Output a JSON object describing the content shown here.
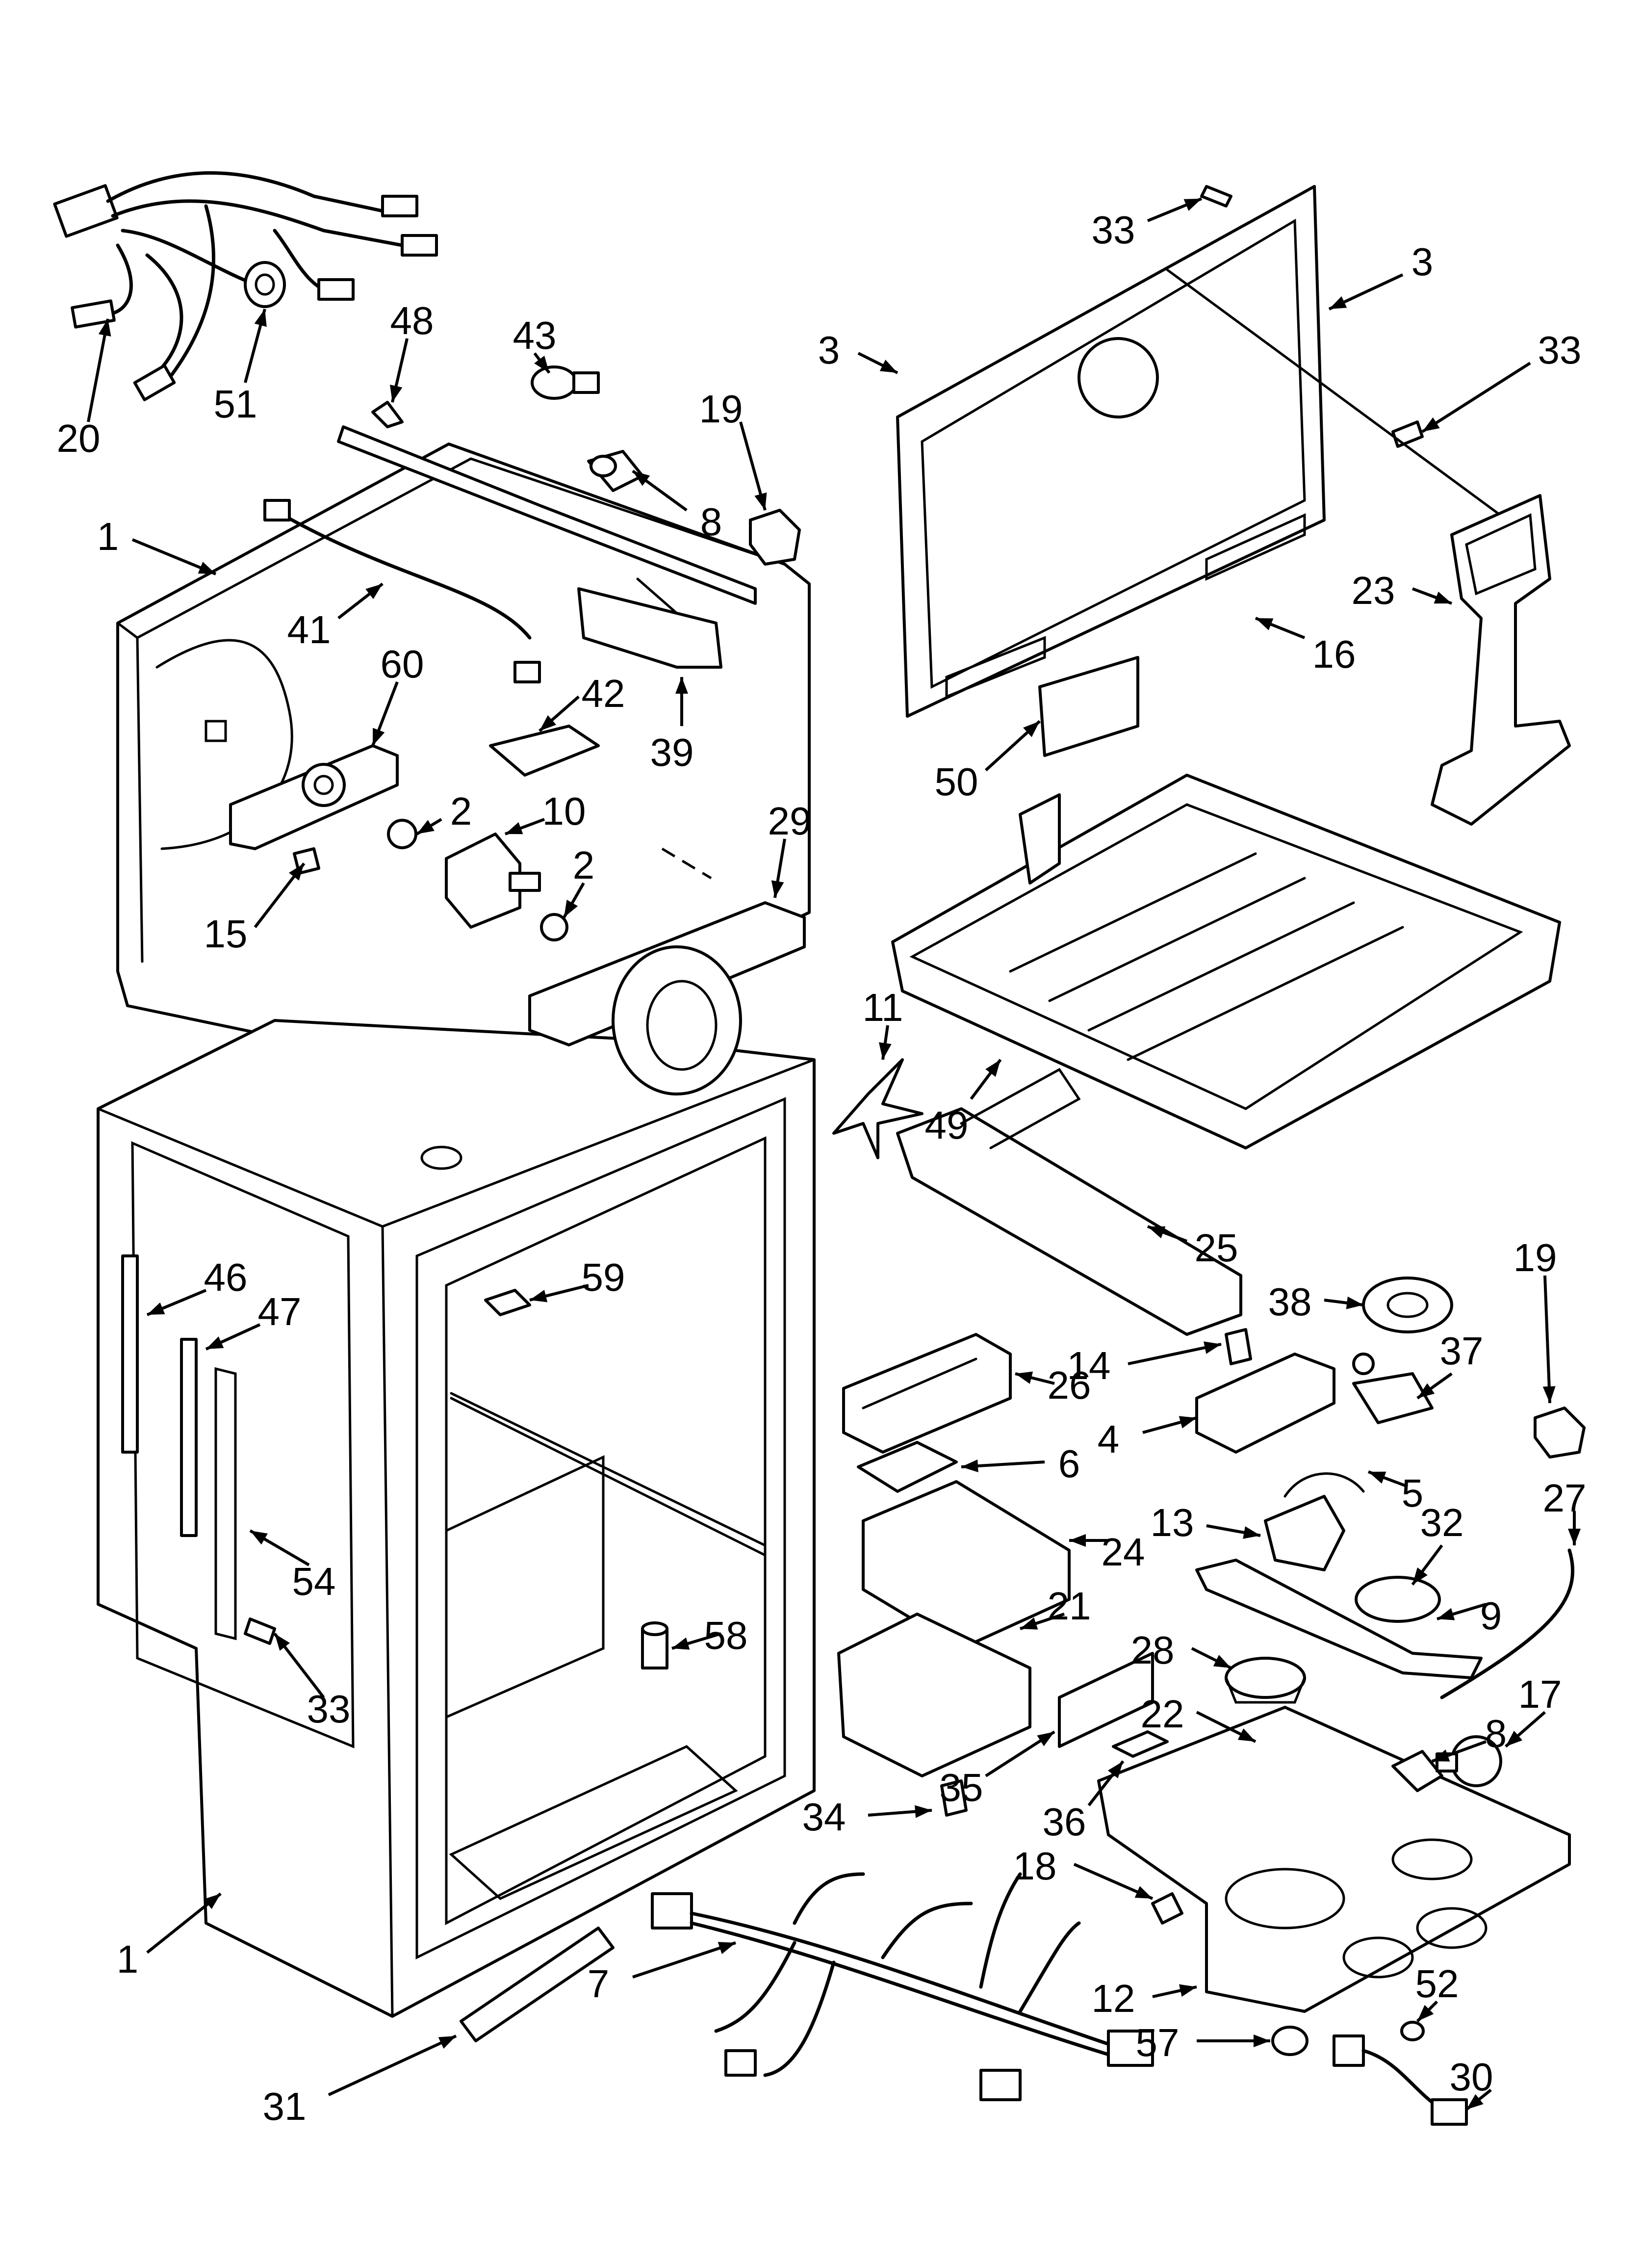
{
  "callouts": [
    {
      "id": "c20",
      "label": "20"
    },
    {
      "id": "c51",
      "label": "51"
    },
    {
      "id": "c48",
      "label": "48"
    },
    {
      "id": "c43",
      "label": "43"
    },
    {
      "id": "c19a",
      "label": "19"
    },
    {
      "id": "c8a",
      "label": "8"
    },
    {
      "id": "c1a",
      "label": "1"
    },
    {
      "id": "c41",
      "label": "41"
    },
    {
      "id": "c60",
      "label": "60"
    },
    {
      "id": "c42",
      "label": "42"
    },
    {
      "id": "c39",
      "label": "39"
    },
    {
      "id": "c2a",
      "label": "2"
    },
    {
      "id": "c10",
      "label": "10"
    },
    {
      "id": "c2b",
      "label": "2"
    },
    {
      "id": "c15",
      "label": "15"
    },
    {
      "id": "c29",
      "label": "29"
    },
    {
      "id": "c11",
      "label": "11"
    },
    {
      "id": "c33a",
      "label": "33"
    },
    {
      "id": "c3a",
      "label": "3"
    },
    {
      "id": "c3b",
      "label": "3"
    },
    {
      "id": "c33b",
      "label": "33"
    },
    {
      "id": "c23",
      "label": "23"
    },
    {
      "id": "c16",
      "label": "16"
    },
    {
      "id": "c50",
      "label": "50"
    },
    {
      "id": "c49",
      "label": "49"
    },
    {
      "id": "c25",
      "label": "25"
    },
    {
      "id": "c19b",
      "label": "19"
    },
    {
      "id": "c38",
      "label": "38"
    },
    {
      "id": "c37",
      "label": "37"
    },
    {
      "id": "c14",
      "label": "14"
    },
    {
      "id": "c26",
      "label": "26"
    },
    {
      "id": "c4",
      "label": "4"
    },
    {
      "id": "c6",
      "label": "6"
    },
    {
      "id": "c5",
      "label": "5"
    },
    {
      "id": "c27",
      "label": "27"
    },
    {
      "id": "c13",
      "label": "13"
    },
    {
      "id": "c32",
      "label": "32"
    },
    {
      "id": "c24",
      "label": "24"
    },
    {
      "id": "c9",
      "label": "9"
    },
    {
      "id": "c46",
      "label": "46"
    },
    {
      "id": "c47",
      "label": "47"
    },
    {
      "id": "c59",
      "label": "59"
    },
    {
      "id": "c54",
      "label": "54"
    },
    {
      "id": "c33c",
      "label": "33"
    },
    {
      "id": "c58",
      "label": "58"
    },
    {
      "id": "c21",
      "label": "21"
    },
    {
      "id": "c28",
      "label": "28"
    },
    {
      "id": "c22",
      "label": "22"
    },
    {
      "id": "c17",
      "label": "17"
    },
    {
      "id": "c8b",
      "label": "8"
    },
    {
      "id": "c35",
      "label": "35"
    },
    {
      "id": "c36",
      "label": "36"
    },
    {
      "id": "c34",
      "label": "34"
    },
    {
      "id": "c18",
      "label": "18"
    },
    {
      "id": "c1b",
      "label": "1"
    },
    {
      "id": "c7",
      "label": "7"
    },
    {
      "id": "c12",
      "label": "12"
    },
    {
      "id": "c52",
      "label": "52"
    },
    {
      "id": "c57",
      "label": "57"
    },
    {
      "id": "c30",
      "label": "30"
    },
    {
      "id": "c31",
      "label": "31"
    }
  ]
}
